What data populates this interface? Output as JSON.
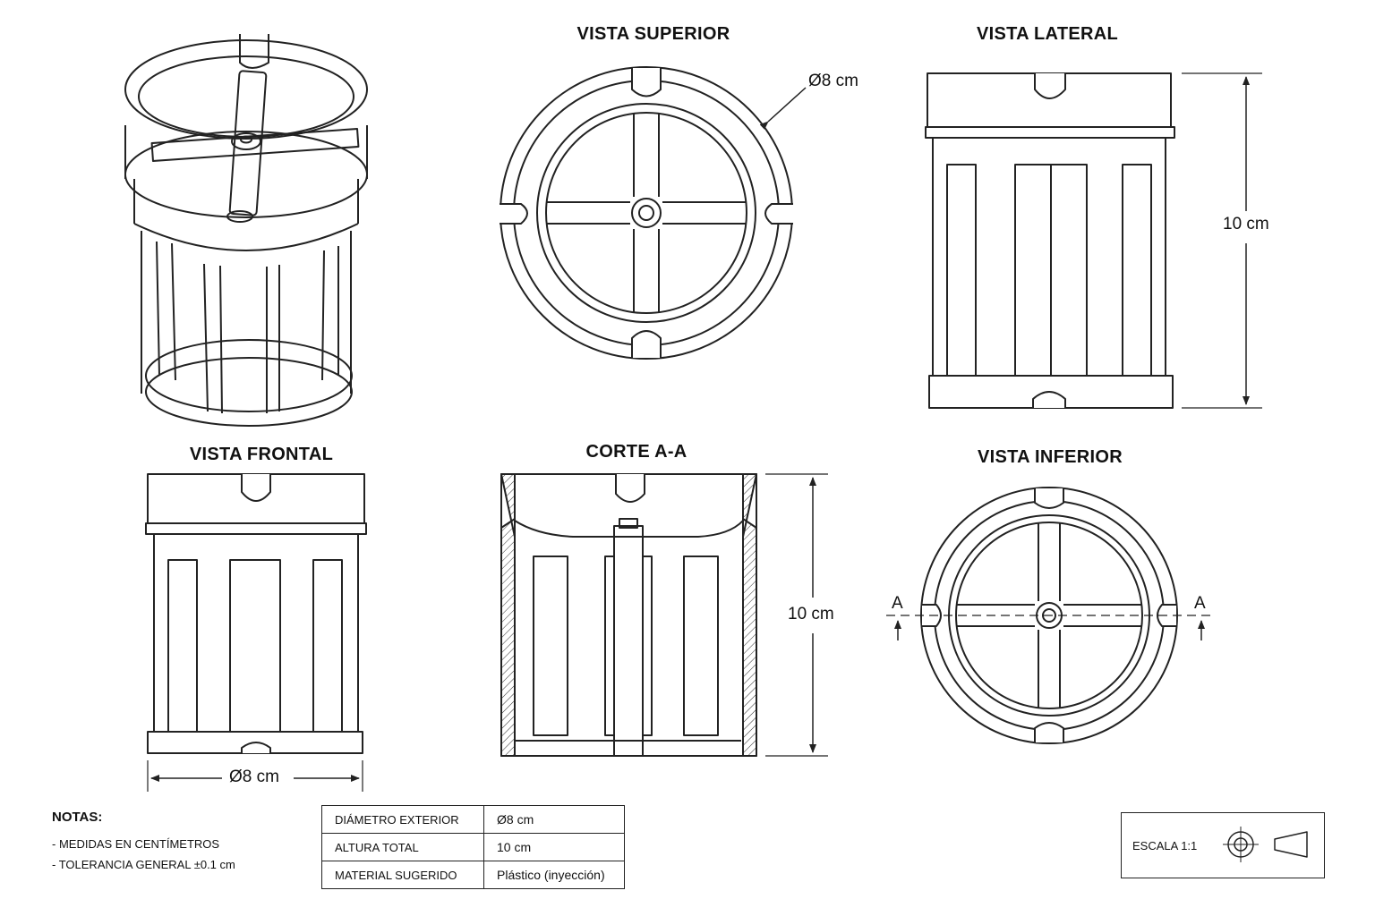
{
  "views": {
    "superior": "VISTA SUPERIOR",
    "lateral": "VISTA LATERAL",
    "frontal": "VISTA FRONTAL",
    "corte": "CORTE A-A",
    "inferior": "VISTA INFERIOR"
  },
  "dimensions": {
    "diameter": "Ø8 cm",
    "height": "10 cm",
    "section_mark": "A"
  },
  "notes": {
    "heading": "NOTAS:",
    "items": [
      "- MEDIDAS EN CENTÍMETROS",
      "- TOLERANCIA GENERAL  ±0.1 cm"
    ]
  },
  "specs": [
    {
      "label": "DIÁMETRO EXTERIOR",
      "value": "Ø8 cm"
    },
    {
      "label": "ALTURA TOTAL",
      "value": "10 cm"
    },
    {
      "label": "MATERIAL SUGERIDO",
      "value": "Plástico (inyección)"
    }
  ],
  "scale": "ESCALA 1:1"
}
